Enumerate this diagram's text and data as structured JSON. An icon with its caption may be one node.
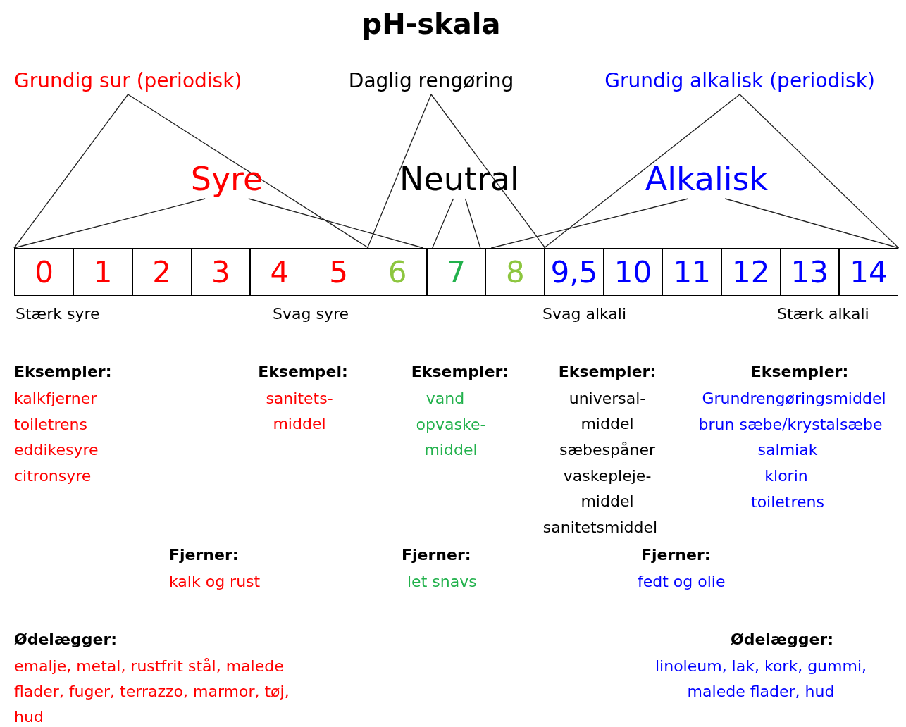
{
  "diagram": {
    "title": "pH-skala",
    "nodes": [
      {
        "text": [
          "Grundig sur (periodisk)"
        ]
      },
      {
        "text": [
          "Daglig rengøring"
        ]
      },
      {
        "text": [
          "Grundig alkalisk (periodisk)"
        ]
      },
      {
        "text": [
          "Syre"
        ]
      },
      {
        "text": [
          "Neutral"
        ]
      },
      {
        "text": [
          "Alkalisk"
        ]
      },
      {
        "text": [
          "0"
        ]
      },
      {
        "text": [
          "1"
        ]
      },
      {
        "text": [
          "2"
        ]
      },
      {
        "text": [
          "3"
        ]
      },
      {
        "text": [
          "4"
        ]
      },
      {
        "text": [
          "5"
        ]
      },
      {
        "text": [
          "6"
        ]
      },
      {
        "text": [
          "7"
        ]
      },
      {
        "text": [
          "8"
        ]
      },
      {
        "text": [
          "9,5"
        ]
      },
      {
        "text": [
          "10"
        ]
      },
      {
        "text": [
          "11"
        ]
      },
      {
        "text": [
          "12"
        ]
      },
      {
        "text": [
          "13"
        ]
      },
      {
        "text": [
          "14"
        ]
      }
    ],
    "edges": [
      {
        "from": 0,
        "to": 6,
        "arrow": "none"
      },
      {
        "from": 0,
        "to": 11,
        "arrow": "none"
      },
      {
        "from": 3,
        "to": 6,
        "arrow": "none"
      },
      {
        "from": 3,
        "to": 12,
        "arrow": "none"
      },
      {
        "from": 1,
        "to": 12,
        "arrow": "none"
      },
      {
        "from": 1,
        "to": 14,
        "arrow": "none"
      },
      {
        "from": 4,
        "to": 13,
        "arrow": "none"
      },
      {
        "from": 4,
        "to": 13,
        "arrow": "none"
      },
      {
        "from": 5,
        "to": 14,
        "arrow": "none"
      },
      {
        "from": 5,
        "to": 20,
        "arrow": "none"
      },
      {
        "from": 2,
        "to": 15,
        "arrow": "none"
      },
      {
        "from": 2,
        "to": 20,
        "arrow": "none"
      }
    ],
    "labels": [
      "Stærk syre",
      "Svag syre",
      "Svag alkali",
      "Stærk alkali",
      "Eksempler:",
      "kalkfjerner",
      "toiletrens",
      "eddikesyre",
      "citronsyre",
      "Eksempel:",
      "sanitets- middel",
      "Eksempler:",
      "vand",
      "opvaske- middel",
      "Eksempler:",
      "universal- middel",
      "sæbespåner",
      "vaskepleje- middel",
      "sanitetsmiddel",
      "Eksempler:",
      "Grundrengøringsmiddel",
      "brun sæbe/krystalsæbe",
      "salmiak",
      "klorin",
      "toiletrens",
      "Fjerner:",
      "kalk og rust",
      "Fjerner:",
      "let snavs",
      "Fjerner:",
      "fedt og olie",
      "Ødelægger:",
      "emalje, metal, rustfrit stål, malede flader, fuger, terrazzo, marmor, tøj, hud",
      "Ødelægger:",
      "linoleum, lak, kork, gummi, malede flader, hud"
    ]
  }
}
